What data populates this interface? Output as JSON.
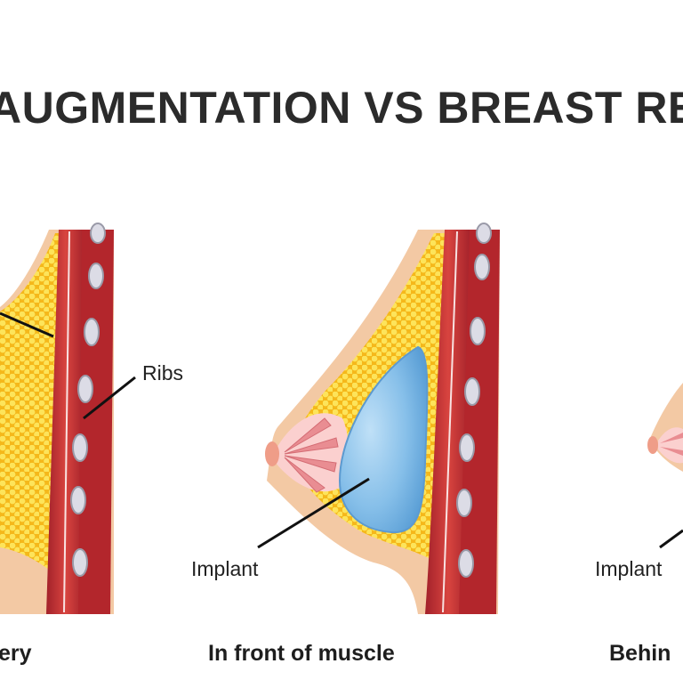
{
  "title": "AUGMENTATION VS BREAST RE",
  "panels": [
    {
      "caption": "ery"
    },
    {
      "caption": "In front of muscle",
      "label": "Implant"
    },
    {
      "caption": "Behin",
      "label": "Implant"
    }
  ],
  "labels": {
    "ribs": "Ribs"
  },
  "colors": {
    "fat": "#f6c21d",
    "fat_cells": "#fde55a",
    "muscle": "#b72a2e",
    "muscle_light": "#d94a46",
    "skin": "#f3c9a4",
    "implant": "#8dc3ec",
    "gland": "#f2a7a7",
    "rib": "#d9d9e3"
  }
}
